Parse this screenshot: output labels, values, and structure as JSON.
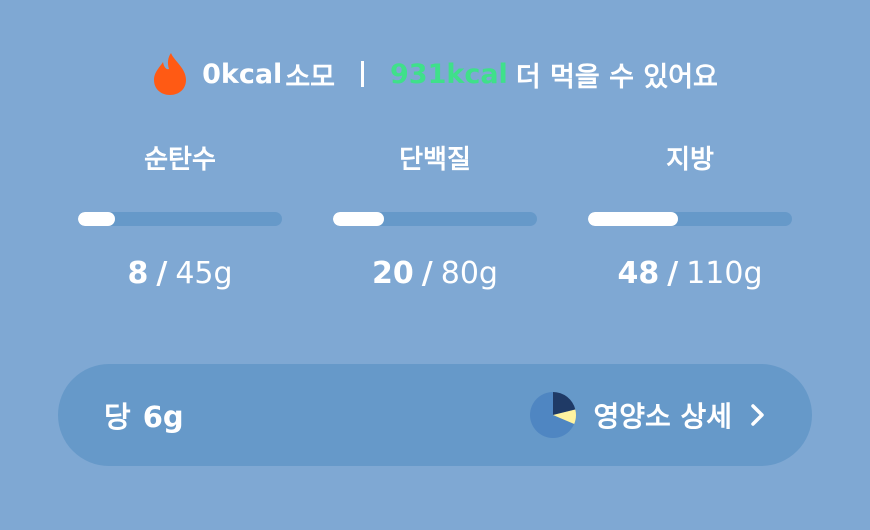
{
  "summary": {
    "burned_value": "0kcal",
    "burned_label": "소모",
    "remaining_value": "931kcal",
    "remaining_label": "더 먹을 수 있어요"
  },
  "macros": [
    {
      "name": "순탄수",
      "current": "8",
      "separator": "/",
      "target": "45g",
      "progress": 0.18
    },
    {
      "name": "단백질",
      "current": "20",
      "separator": "/",
      "target": "80g",
      "progress": 0.25
    },
    {
      "name": "지방",
      "current": "48",
      "separator": "/",
      "target": "110g",
      "progress": 0.44
    }
  ],
  "sugar": {
    "label": "당",
    "value": "6g"
  },
  "detail": {
    "label": "영양소 상세"
  },
  "colors": {
    "background": "#7fa8d3",
    "track": "#6699c9",
    "fill": "#ffffff",
    "accent_green": "#3fe08a",
    "flame": "#ff5a14",
    "pie_navy": "#1f3a66",
    "pie_yellow": "#fff3a0",
    "pie_base": "#4f86c2"
  },
  "icons": {
    "flame": "flame-icon",
    "pie": "nutrient-pie-icon",
    "chevron": "chevron-right-icon"
  }
}
